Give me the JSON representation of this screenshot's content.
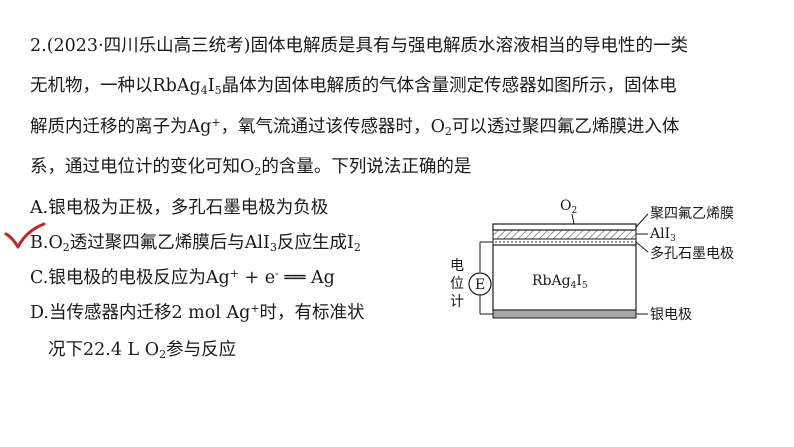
{
  "question": {
    "number": "2.",
    "source": "(2023·四川乐山高三统考)",
    "line1_rest": "固体电解质是具有与强电解质水溶液相当的导电性的一类",
    "line2_a": "无机物，一种以",
    "formula_Rb": "RbAg",
    "sub4": "4",
    "formula_I": "I",
    "sub5": "5",
    "line2_b": "晶体为固体电解质的气体含量测定传感器如图所示，固体电",
    "line3_a": "解质内迁移的离子为",
    "ag": "Ag",
    "plus": "+",
    "line3_b": "，氧气流通过该传感器时，",
    "o": "O",
    "sub2": "2",
    "line3_c": "可以透过聚四氟乙烯膜进入体",
    "line4_a": "系，通过电位计的变化可知",
    "line4_b": "的含量。下列说法正确的是"
  },
  "options": {
    "a": "A.银电极为正极，多孔石墨电极为负极",
    "b_prefix": "B.",
    "b_mid": "透过聚四氟乙烯膜后与",
    "b_all3": "AlI",
    "sub3": "3",
    "b_react": "反应生成",
    "b_i": "I",
    "c_prefix": "C.银电极的电极反应为",
    "c_ag": "Ag",
    "c_plus": "+",
    "c_e": " + e",
    "c_minus": "-",
    "c_arrow": " ══ ",
    "c_product": "Ag",
    "d1_prefix": "D.当传感器内迁移",
    "d1_amount": "2 mol",
    "d1_ag": " Ag",
    "d1_rest": "时，有标准状",
    "d2_a": "况下",
    "d2_vol": "22.4 L ",
    "d2_rest": "参与反应"
  },
  "diagram": {
    "o2_label": "O",
    "o2_sub": "2",
    "ptfe_label": "聚四氟乙烯膜",
    "ali3_label": "AlI",
    "ali3_sub": "3",
    "graphite_label": "多孔石墨电极",
    "electrolyte_label": "RbAg",
    "electrolyte_sub4": "4",
    "electrolyte_I": "I",
    "electrolyte_sub5": "5",
    "silver_label": "银电极",
    "meter_label_1": "电",
    "meter_label_2": "位",
    "meter_label_3": "计",
    "meter_symbol": "E"
  },
  "colors": {
    "check": "#c0272d",
    "text": "#1a1a1a"
  }
}
